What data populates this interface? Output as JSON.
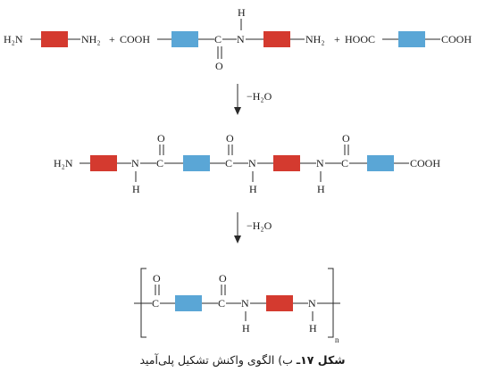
{
  "reaction": {
    "reactant1": {
      "left": "H₂N",
      "right": "NH₂"
    },
    "plus1": "+",
    "reactant2": {
      "left": "COOH",
      "c": "C",
      "o": "O",
      "n": "N",
      "h": "H",
      "right": "NH₂"
    },
    "plus2": "+",
    "reactant3": {
      "left": "HOOC",
      "right": "COOH"
    },
    "step1_label": "−H₂O",
    "step2_label": "−H₂O",
    "chain": {
      "left": "H₂N",
      "n1": "N",
      "h1": "H",
      "c1": "C",
      "o1": "O",
      "c2": "C",
      "o2": "O",
      "n2": "N",
      "h2": "H",
      "n3": "N",
      "h3": "H",
      "c3": "C",
      "o3": "O",
      "right": "COOH"
    },
    "polymer": {
      "c1": "C",
      "o1": "O",
      "c2": "C",
      "o2": "O",
      "n1": "N",
      "h1": "H",
      "n2": "N",
      "h2": "H",
      "subscript": "n"
    }
  },
  "caption": {
    "bold": "شکل ۱۷ـ",
    "rest": " ب) الگوی واکنش تشکیل پلی‌آمید"
  },
  "colors": {
    "diamine_block": "#d43a2f",
    "diacid_block": "#5aa6d6"
  }
}
